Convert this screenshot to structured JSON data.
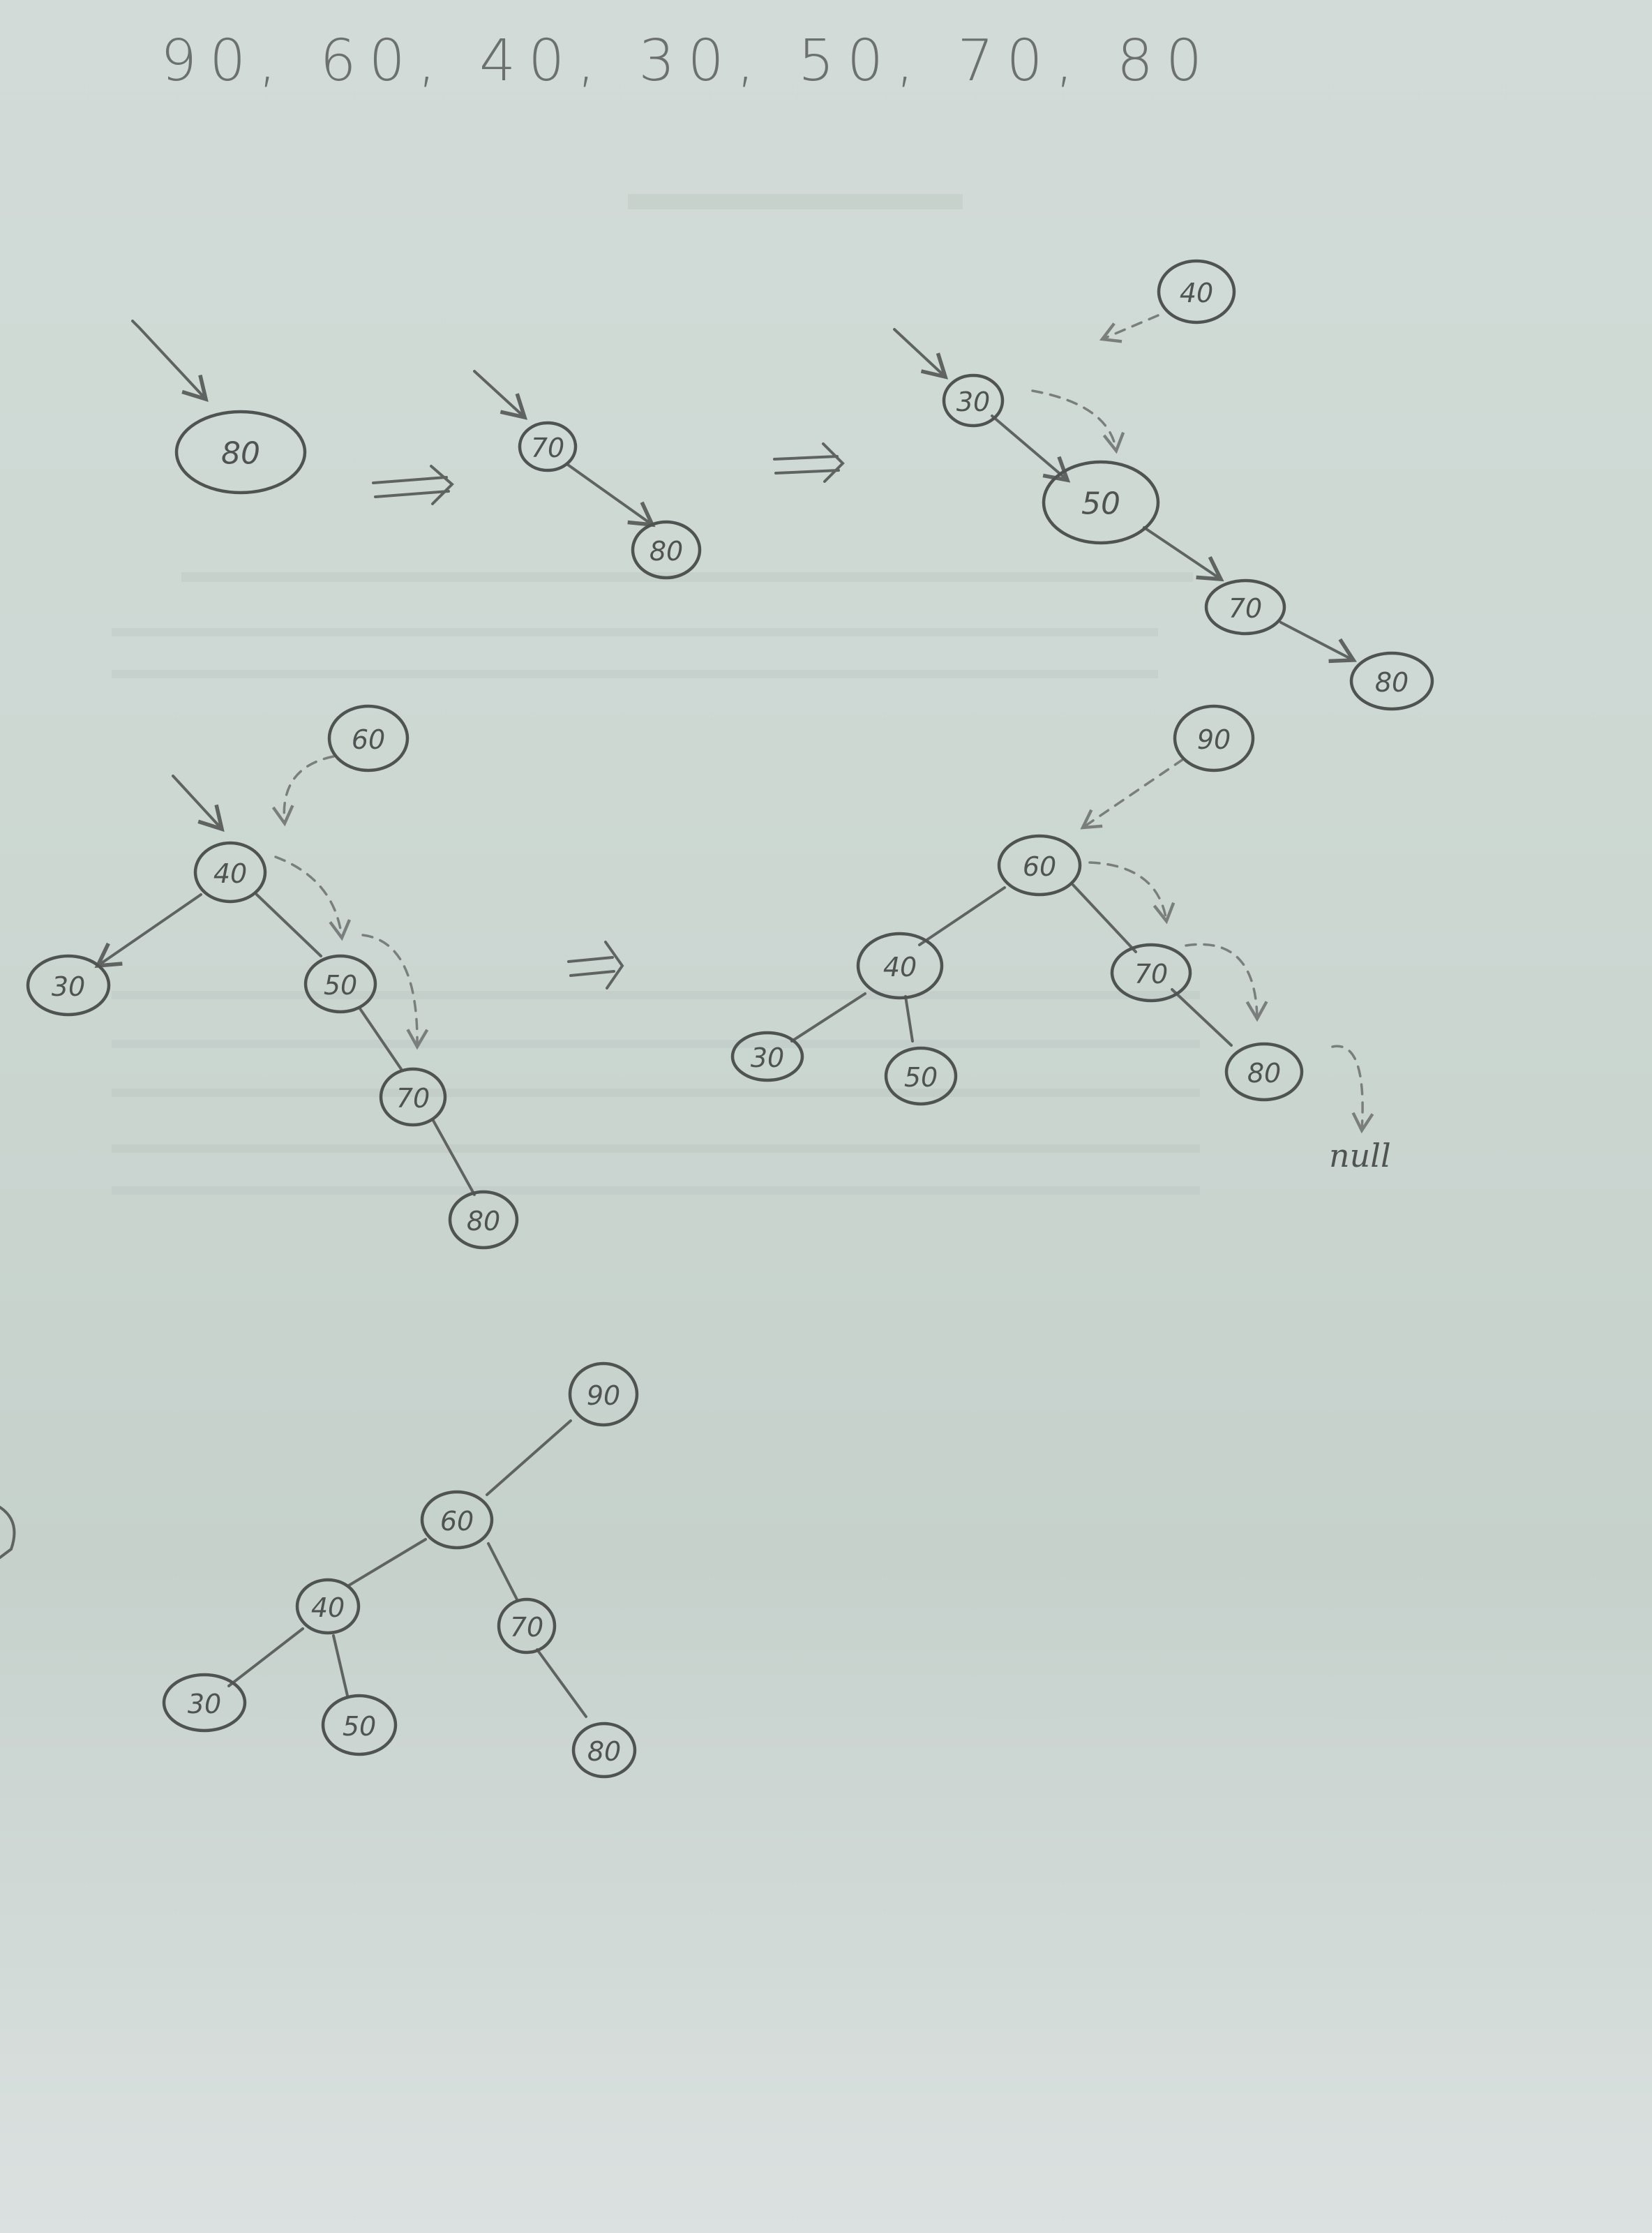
{
  "sequence": "90, 60, 40, 30, 50, 70, 80",
  "stage1": {
    "nodes": [
      "80"
    ]
  },
  "stage2": {
    "nodes": [
      "70",
      "80"
    ]
  },
  "stage3": {
    "inserting": "40",
    "nodes": [
      "30",
      "50",
      "70",
      "80"
    ]
  },
  "stage4": {
    "inserting": "60",
    "nodes": [
      "40",
      "30",
      "50",
      "70",
      "80"
    ]
  },
  "stage5": {
    "inserting": "90",
    "nodes": [
      "60",
      "40",
      "70",
      "30",
      "50",
      "80"
    ],
    "null_label": "null"
  },
  "stage6": {
    "nodes": [
      "90",
      "60",
      "40",
      "70",
      "30",
      "50",
      "80"
    ]
  }
}
